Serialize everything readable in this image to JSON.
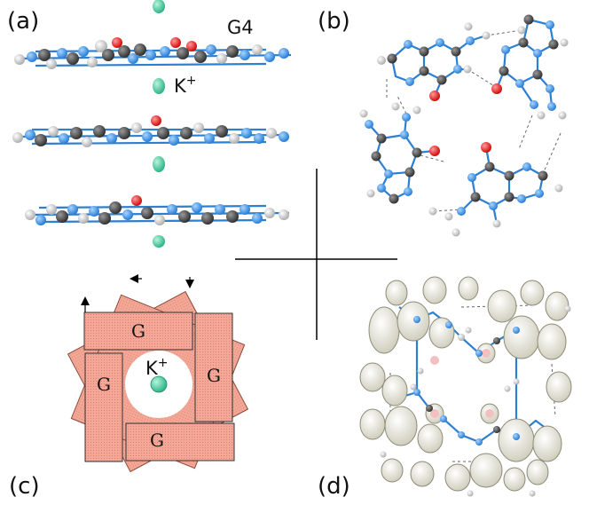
{
  "panels": {
    "a": {
      "label": "(a)",
      "molecule_label": "G4",
      "ion_label": "K",
      "ion_charge": "+"
    },
    "b": {
      "label": "(b)"
    },
    "c": {
      "label": "(c)",
      "block_label": "G",
      "ion_label": "K",
      "ion_charge": "+"
    },
    "d": {
      "label": "(d)"
    }
  },
  "colors": {
    "carbon": "#3a3a3a",
    "nitrogen": "#2d8ce0",
    "oxygen": "#e01010",
    "hydrogen": "#d8d8d8",
    "potassium": "#3ec99a",
    "guanine_block": "#f2a08e",
    "guanine_block_outline": "#333333",
    "density_surface": "#e9e8d9"
  },
  "icons": [
    "arrow-up-icon",
    "arrow-left-icon",
    "arrow-down-icon",
    "potassium-ion-icon"
  ]
}
